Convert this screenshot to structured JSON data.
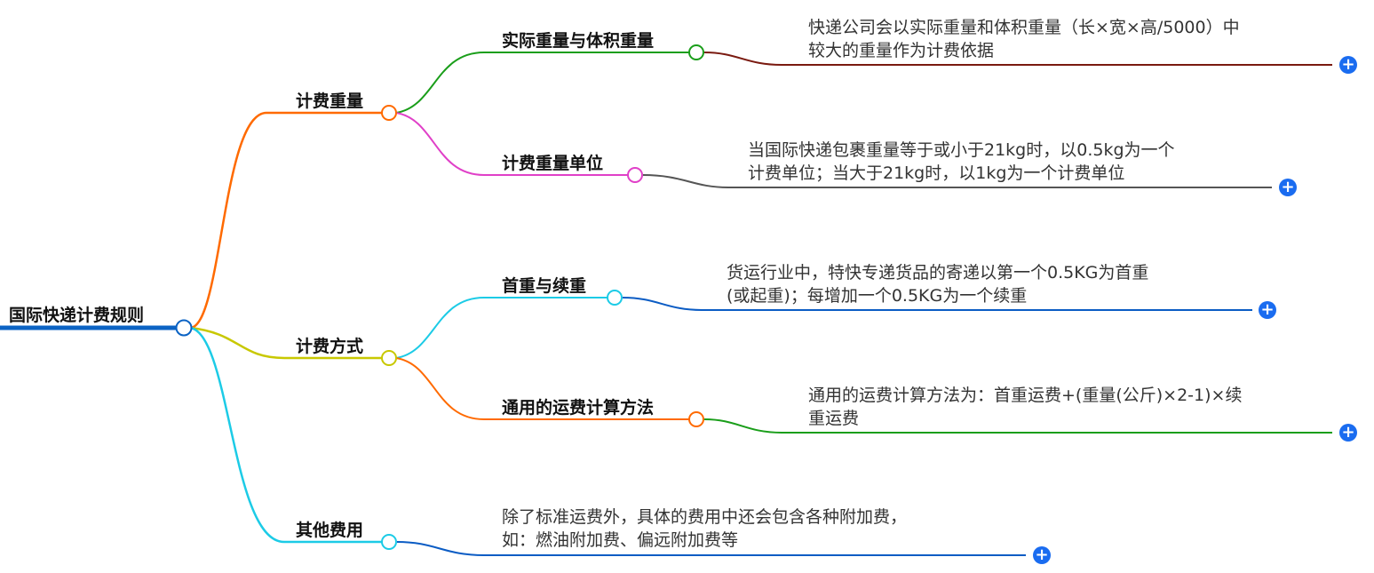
{
  "root": {
    "label": "国际快递计费规则",
    "color": "#0b63c4"
  },
  "branches": [
    {
      "label": "计费重量",
      "color": "#ff6a00",
      "children": [
        {
          "label": "实际重量与体积重量",
          "color": "#1a9e1a",
          "leaf_color": "#7a1a10",
          "detail": [
            "快递公司会以实际重量和体积重量（长×宽×高/5000）中",
            "较大的重量作为计费依据"
          ]
        },
        {
          "label": "计费重量单位",
          "color": "#e040c8",
          "leaf_color": "#555555",
          "detail": [
            "当国际快递包裹重量等于或小于21kg时，以0.5kg为一个",
            "计费单位；当大于21kg时，以1kg为一个计费单位"
          ]
        }
      ]
    },
    {
      "label": "计费方式",
      "color": "#c8c800",
      "children": [
        {
          "label": "首重与续重",
          "color": "#1ccbe6",
          "leaf_color": "#0b5cc4",
          "detail": [
            "货运行业中，特快专递货品的寄递以第一个0.5KG为首重",
            "(或起重)；每增加一个0.5KG为一个续重"
          ]
        },
        {
          "label": "通用的运费计算方法",
          "color": "#ff6a00",
          "leaf_color": "#1a9e1a",
          "detail": [
            "通用的运费计算方法为：首重运费+(重量(公斤)×2-1)×续",
            "重运费"
          ]
        }
      ]
    },
    {
      "label": "其他费用",
      "color": "#1ccbe6",
      "leaf_color": "#0b5cc4",
      "detail": [
        "除了标准运费外，具体的费用中还会包含各种附加费，",
        "如：燃油附加费、偏远附加费等"
      ]
    }
  ],
  "expand_icon": "plus-circle-icon",
  "expand_symbol": "+"
}
